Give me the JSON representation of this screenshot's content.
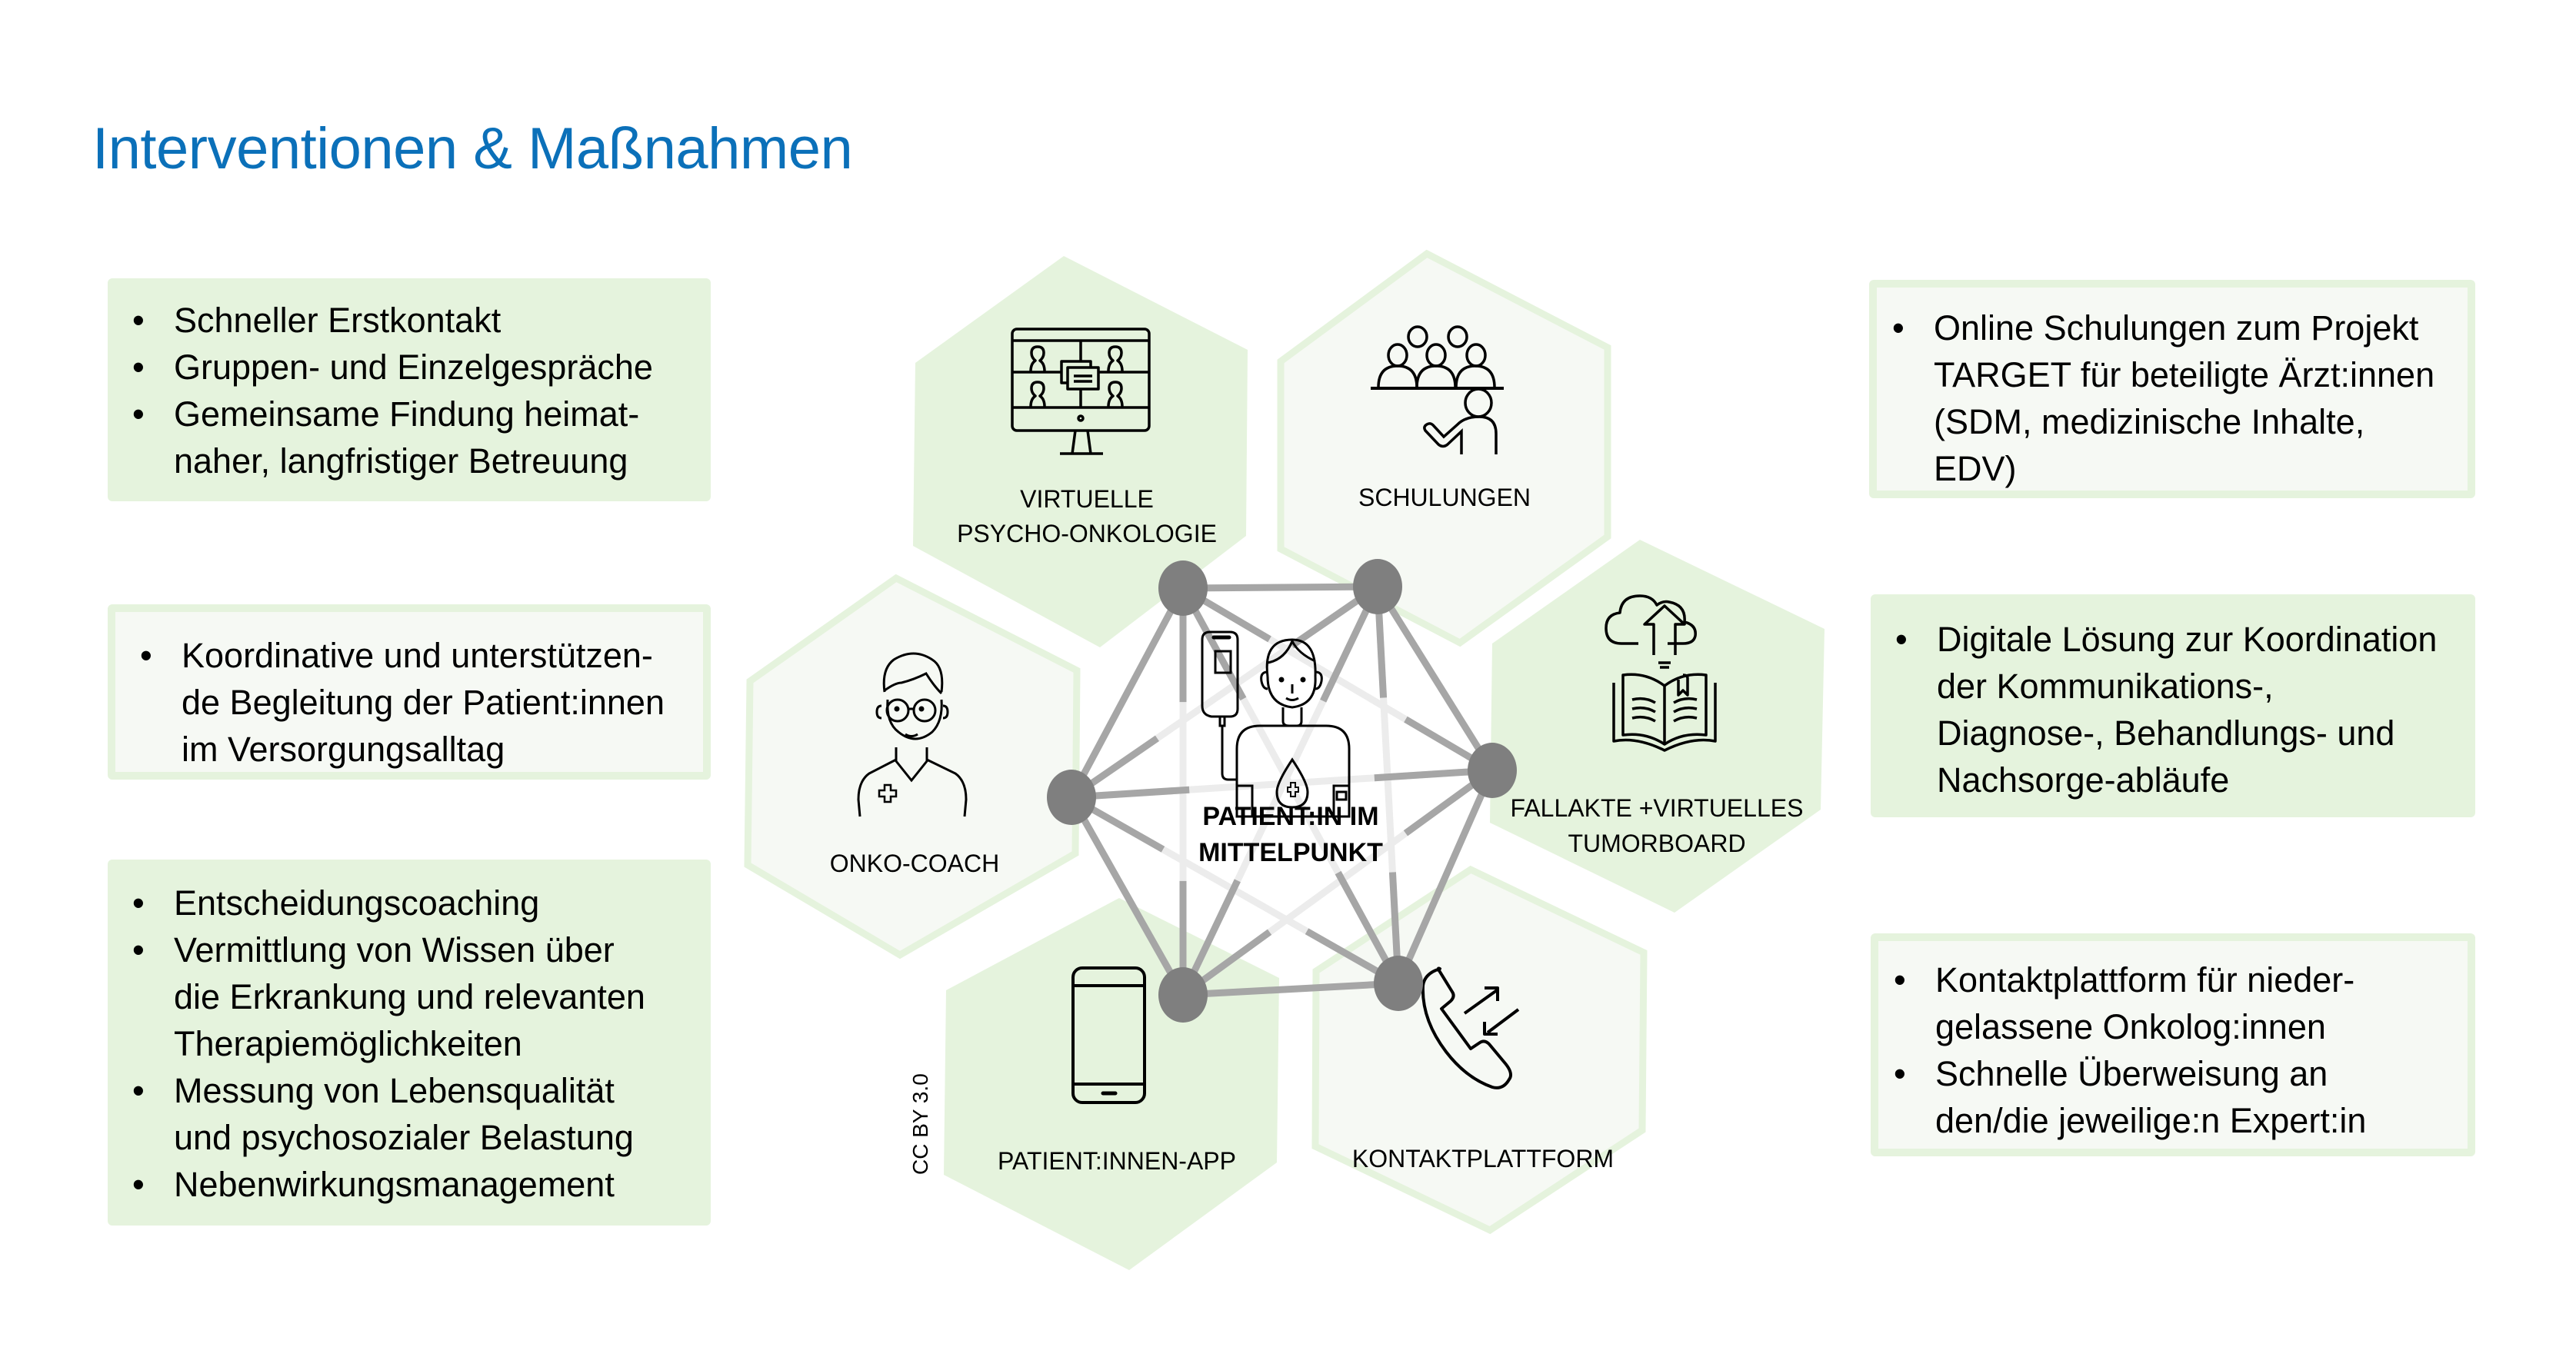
{
  "title": "Interventionen & Maßnahmen",
  "colors": {
    "title": "#0b70b9",
    "panel_fill": "#e5f3dd",
    "panel_outline_inner": "#f6f9f4",
    "node": "#7f7f7f",
    "edge_outer": "#a6a6a6",
    "edge_inner": "#ececec"
  },
  "left_panels": [
    {
      "style": "solid",
      "items": [
        "Schneller Erstkontakt",
        "Gruppen- und Einzelgespräche",
        "Gemeinsame Findung heimat-\nnaher, langfristiger Betreuung"
      ]
    },
    {
      "style": "outline",
      "items": [
        "Koordinative und unterstützen-\nde Begleitung der Patient:innen\nim Versorgungsalltag"
      ]
    },
    {
      "style": "solid",
      "items": [
        "Entscheidungscoaching",
        "Vermittlung von Wissen über\ndie Erkrankung und relevanten\nTherapiemöglichkeiten",
        "Messung von Lebensqualität\nund psychosozialer Belastung",
        "Nebenwirkungsmanagement"
      ]
    }
  ],
  "right_panels": [
    {
      "style": "outline",
      "items": [
        "Online Schulungen zum Projekt\nTARGET für beteiligte Ärzt:innen\n(SDM, medizinische Inhalte,\nEDV)"
      ]
    },
    {
      "style": "solid",
      "items": [
        "Digitale Lösung zur Koordination\nder Kommunikations-,\nDiagnose-, Behandlungs- und\nNachsorge-abläufe"
      ]
    },
    {
      "style": "outline",
      "items": [
        "Kontaktplattform für nieder-\ngelassene Onkolog:innen",
        "Schnelle Überweisung an\nden/die jeweilige:n Expert:in"
      ]
    }
  ],
  "hexagons": [
    {
      "id": "virtuelle-psycho-onkologie",
      "style": "solid",
      "icon": "video-conference-icon",
      "label_lines": [
        "VIRTUELLE",
        "PSYCHO-ONKOLOGIE"
      ]
    },
    {
      "id": "schulungen",
      "style": "outline",
      "icon": "training-presentation-icon",
      "label_lines": [
        "SCHULUNGEN"
      ]
    },
    {
      "id": "onko-coach",
      "style": "outline",
      "icon": "doctor-coach-icon",
      "label_lines": [
        "ONKO-COACH"
      ]
    },
    {
      "id": "fallakte",
      "style": "solid",
      "icon": "cloud-book-icon",
      "label_lines": [
        "FALLAKTE +VIRTUELLES",
        "TUMORBOARD"
      ]
    },
    {
      "id": "patient-app",
      "style": "solid",
      "icon": "smartphone-icon",
      "label_lines": [
        "PATIENT:INNEN-APP"
      ]
    },
    {
      "id": "kontaktplattform",
      "style": "outline",
      "icon": "phone-call-icon",
      "label_lines": [
        "KONTAKTPLATTFORM"
      ]
    }
  ],
  "center": {
    "icon": "patient-infusion-icon",
    "label_lines": [
      "PATIENT:IN IM",
      "MITTELPUNKT"
    ]
  },
  "network": {
    "nodes": [
      "top-left",
      "top-right",
      "left",
      "right",
      "bottom-left",
      "bottom-right"
    ],
    "outer_edges": [
      [
        "top-left",
        "top-right"
      ],
      [
        "top-right",
        "right"
      ],
      [
        "right",
        "bottom-right"
      ],
      [
        "bottom-right",
        "bottom-left"
      ],
      [
        "bottom-left",
        "left"
      ],
      [
        "left",
        "top-left"
      ]
    ],
    "inner_edges": [
      [
        "top-left",
        "right"
      ],
      [
        "top-left",
        "bottom-left"
      ],
      [
        "top-left",
        "bottom-right"
      ],
      [
        "top-right",
        "left"
      ],
      [
        "top-right",
        "bottom-right"
      ],
      [
        "top-right",
        "bottom-left"
      ],
      [
        "left",
        "right"
      ],
      [
        "left",
        "bottom-right"
      ],
      [
        "right",
        "bottom-left"
      ]
    ]
  },
  "license": "CC BY 3.0"
}
